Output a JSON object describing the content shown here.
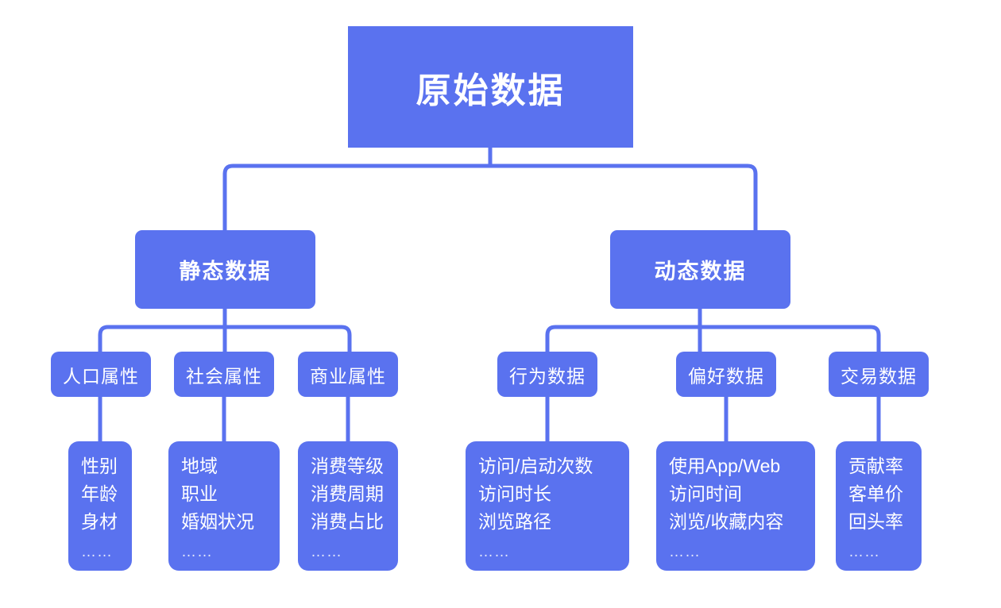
{
  "theme": {
    "background": "#ffffff",
    "node_fill": "#5a72ef",
    "node_text": "#ffffff",
    "connector": "#5a72ef",
    "ellipsis_text": "#e3e7fb"
  },
  "diagram": {
    "type": "tree",
    "title": "原始数据",
    "orientation": "top-down"
  },
  "root": {
    "label": "原始数据"
  },
  "branches": [
    {
      "id": "static",
      "label": "静态数据",
      "children": [
        {
          "id": "demographic",
          "label": "人口属性",
          "leaf": {
            "lines": [
              "性别",
              "年龄",
              "身材"
            ],
            "ellipsis": "……"
          }
        },
        {
          "id": "social",
          "label": "社会属性",
          "leaf": {
            "lines": [
              "地域",
              "职业",
              "婚姻状况"
            ],
            "ellipsis": "……"
          }
        },
        {
          "id": "commercial",
          "label": "商业属性",
          "leaf": {
            "lines": [
              "消费等级",
              "消费周期",
              "消费占比"
            ],
            "ellipsis": "……"
          }
        }
      ]
    },
    {
      "id": "dynamic",
      "label": "动态数据",
      "children": [
        {
          "id": "behavior",
          "label": "行为数据",
          "leaf": {
            "lines": [
              "访问/启动次数",
              "访问时长",
              "浏览路径"
            ],
            "ellipsis": "……"
          }
        },
        {
          "id": "preference",
          "label": "偏好数据",
          "leaf": {
            "lines": [
              "使用App/Web",
              "访问时间",
              "浏览/收藏内容"
            ],
            "ellipsis": "……"
          }
        },
        {
          "id": "transaction",
          "label": "交易数据",
          "leaf": {
            "lines": [
              "贡献率",
              "客单价",
              "回头率"
            ],
            "ellipsis": "……"
          }
        }
      ]
    }
  ]
}
